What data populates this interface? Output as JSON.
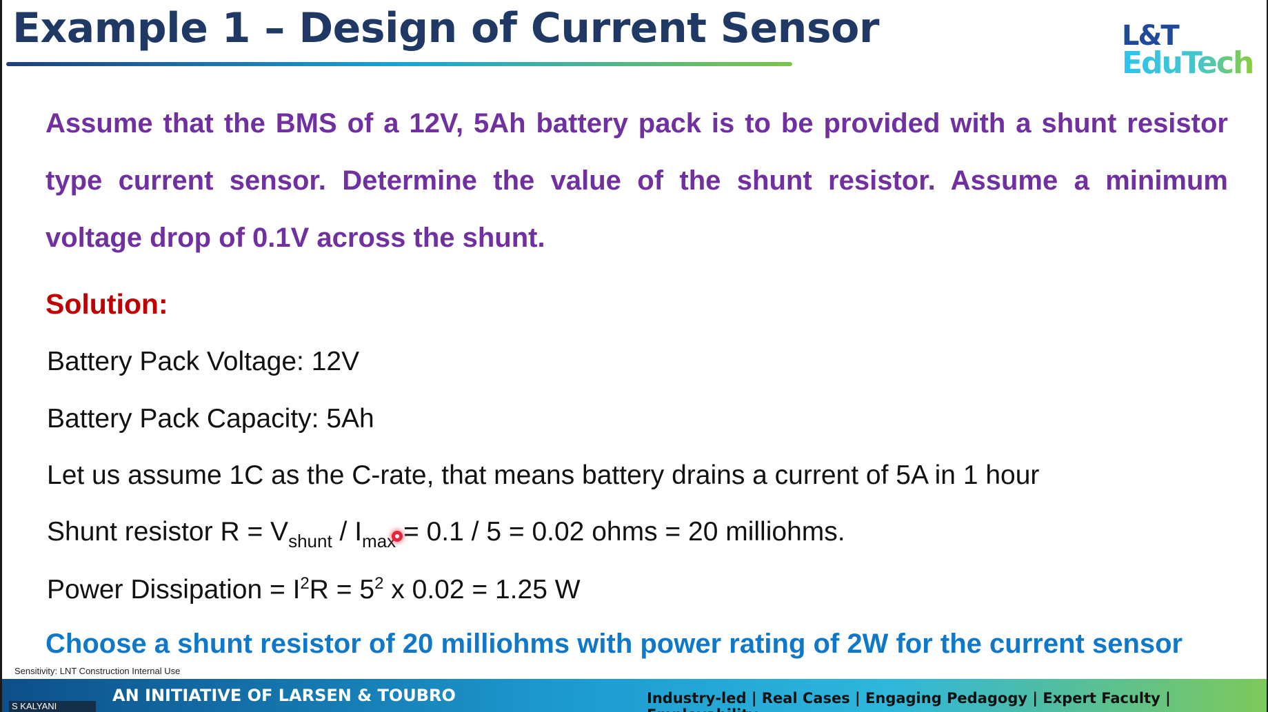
{
  "title": "Example 1 – Design of Current Sensor",
  "logo": {
    "line1": "L&T",
    "line2": "EduTech"
  },
  "problem": "Assume that the BMS of a 12V, 5Ah battery pack is to be provided with a shunt resistor type current sensor. Determine the value of the shunt resistor. Assume a minimum voltage drop of 0.1V across the shunt.",
  "solution_label": "Solution:",
  "lines": {
    "voltage": "Battery Pack Voltage: 12V",
    "capacity": "Battery Pack Capacity: 5Ah",
    "crate": "Let us assume 1C as the C-rate, that means battery drains a current of 5A in 1 hour",
    "shunt_a": "Shunt resistor R = V",
    "shunt_sub1": "shunt",
    "shunt_b": " / I",
    "shunt_sub2": "max",
    "shunt_c": " = 0.1 / 5 = 0.02 ohms = 20 milliohms.",
    "power_a": "Power Dissipation = I",
    "power_sup1": "2",
    "power_b": "R = 5",
    "power_sup2": "2",
    "power_c": " x 0.02 = 1.25 W"
  },
  "conclusion": "Choose a shunt resistor of 20 milliohms with power rating of 2W for the current sensor",
  "footer": {
    "initiative": "AN INITIATIVE OF LARSEN & TOUBRO",
    "tagline": "Industry-led | Real Cases | Engaging Pedagogy | Expert Faculty | Employability"
  },
  "sensitivity": "Sensitivity: LNT Construction Internal Use",
  "participant": "S KALYANI"
}
